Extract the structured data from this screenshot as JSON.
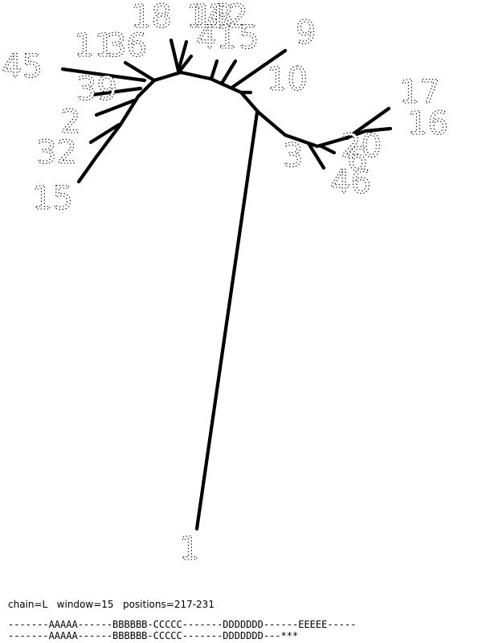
{
  "diagram": {
    "labels": {
      "n1": "1",
      "n2": "2",
      "n3": "3",
      "n6": "6",
      "n9": "9",
      "n10": "10",
      "n11": "11",
      "n12": "12",
      "n13": "13",
      "n14": "14",
      "n15": "15",
      "n16": "16",
      "n17": "17",
      "n18": "18",
      "n20": "20",
      "n32": "32",
      "n36": "36",
      "n39": "39",
      "n41": "41",
      "n45": "45",
      "n46": "46",
      "n5": "5"
    },
    "colors": {
      "stroke": "#000000",
      "background": "#ffffff"
    }
  },
  "footer": {
    "params": "chain=L   window=15   positions=217-231",
    "sequence_1": "-------AAAAA------BBBBBB-CCCCC-------DDDDDDD------EEEEE-----",
    "sequence_2": "-------AAAAA------BBBBBB-CCCCC-------DDDDDDD---***"
  }
}
